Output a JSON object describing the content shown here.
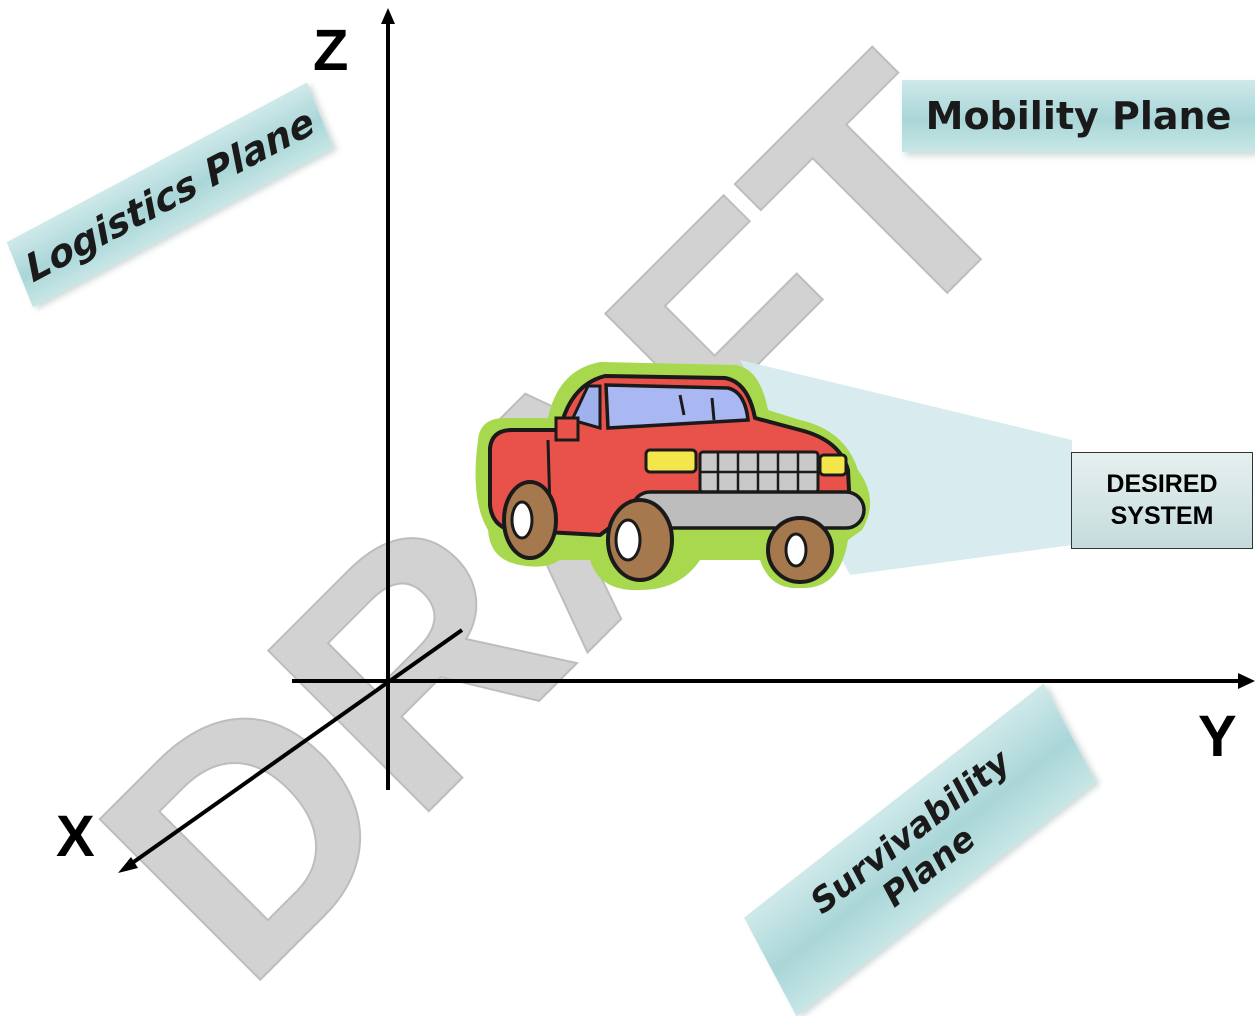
{
  "axes": {
    "z_label": "Z",
    "y_label": "Y",
    "x_label": "X"
  },
  "planes": {
    "logistics": "Logistics Plane",
    "mobility": "Mobility Plane",
    "survivability_line1": "Survivability",
    "survivability_line2": "Plane"
  },
  "callout": {
    "line1": "DESIRED",
    "line2": "SYSTEM"
  },
  "watermark": "DRAFT",
  "colors": {
    "plane_card": "#a9d6d8",
    "callout_beam": "#d6ebee",
    "truck_body": "#e8524a",
    "truck_outline_glow": "#9fd24a",
    "watermark": "#c8c8c8"
  },
  "icons": {
    "vehicle": "pickup-truck-icon"
  }
}
